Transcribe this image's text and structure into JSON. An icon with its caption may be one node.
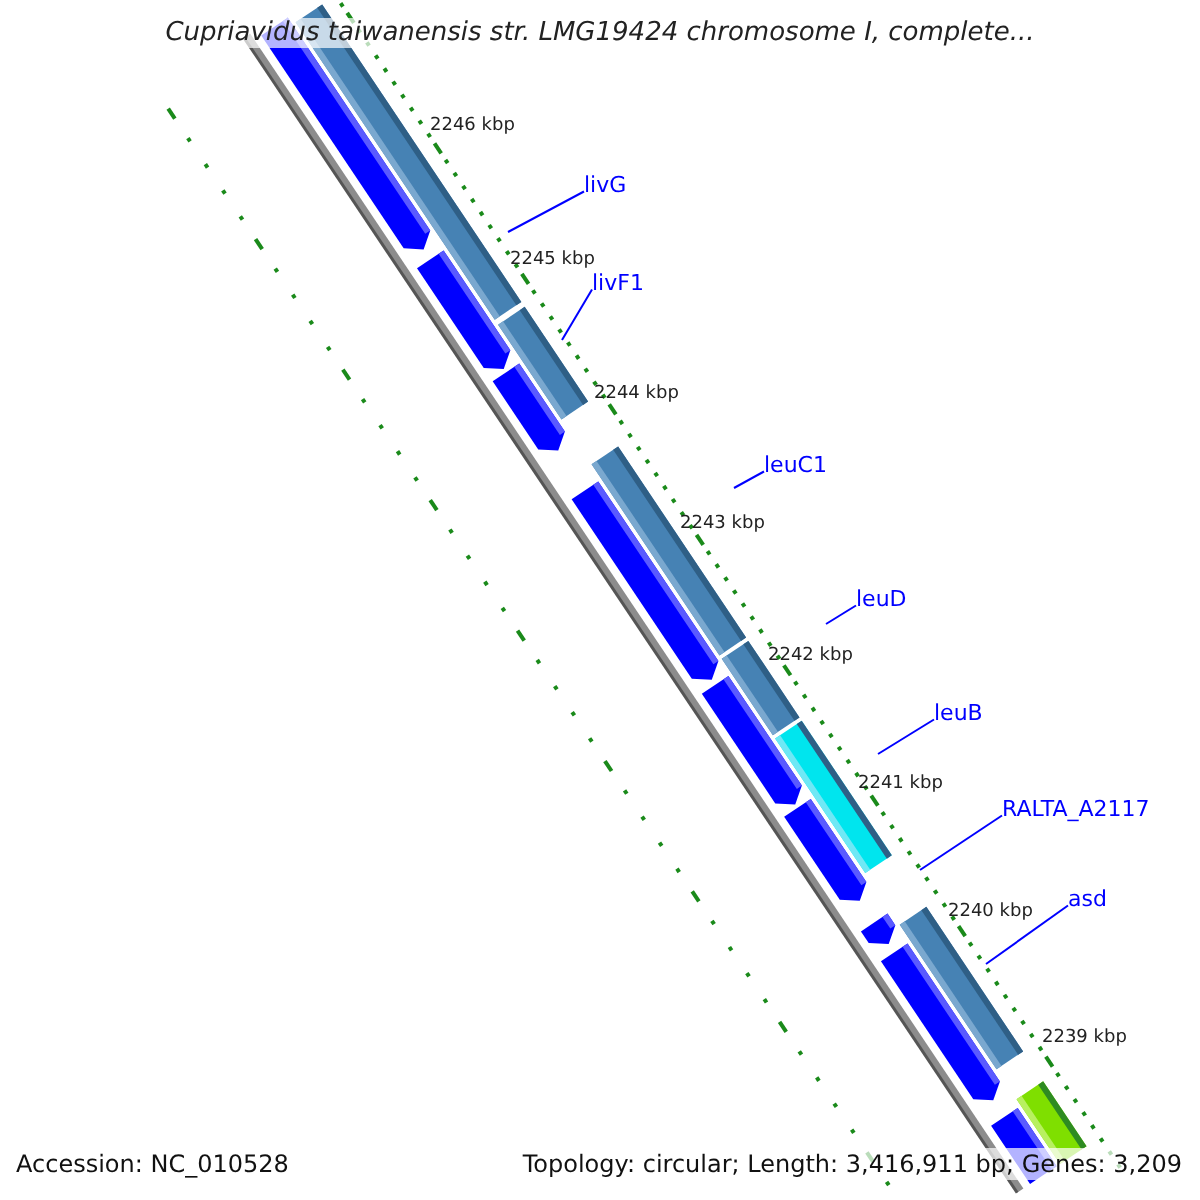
{
  "diagram": {
    "title": "Cupriavidus taiwanensis str. LMG19424 chromosome I, complete...",
    "nodes": [
      {
        "text": [
          "livG"
        ]
      },
      {
        "text": [
          "livF1"
        ]
      },
      {
        "text": [
          "leuC1"
        ]
      },
      {
        "text": [
          "leuD"
        ]
      },
      {
        "text": [
          "leuB"
        ]
      },
      {
        "text": [
          "RALTA_A2117"
        ]
      },
      {
        "text": [
          "asd"
        ]
      }
    ],
    "edges": [
      {
        "from": 0,
        "to": null,
        "arrow": "none"
      },
      {
        "from": 1,
        "to": null,
        "arrow": "none"
      },
      {
        "from": 2,
        "to": null,
        "arrow": "none"
      },
      {
        "from": 3,
        "to": null,
        "arrow": "none"
      },
      {
        "from": 4,
        "to": null,
        "arrow": "none"
      },
      {
        "from": 5,
        "to": null,
        "arrow": "none"
      },
      {
        "from": 6,
        "to": null,
        "arrow": "none"
      }
    ],
    "labels": [
      "2246 kbp",
      "2245 kbp",
      "2244 kbp",
      "2243 kbp",
      "2242 kbp",
      "2241 kbp",
      "2240 kbp",
      "2239 kbp",
      "Accession: NC_010528",
      "Topology: circular; Length: 3,416,911 bp; Genes: 3,209"
    ]
  }
}
